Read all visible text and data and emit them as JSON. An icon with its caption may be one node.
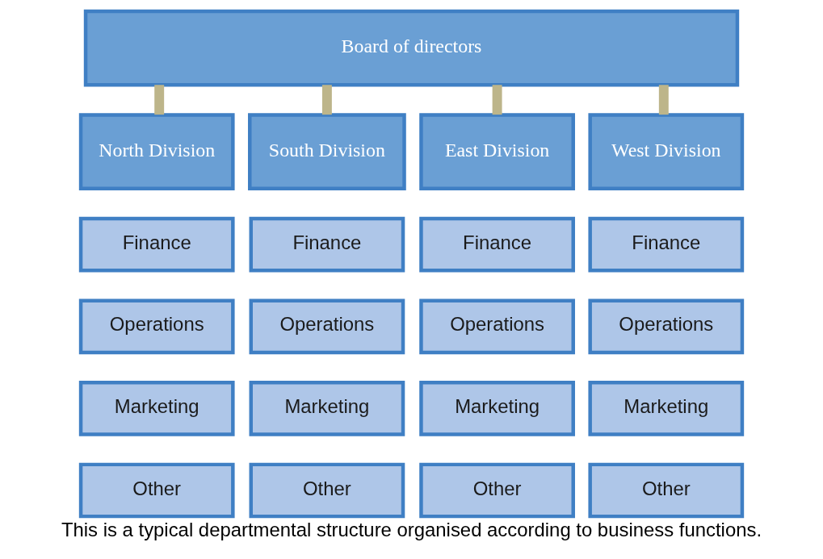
{
  "diagram": {
    "caption": "This is a typical departmental structure organised according to business functions.",
    "nodes": [
      {
        "text": [
          "Board of directors"
        ]
      },
      {
        "text": [
          "North Division"
        ]
      },
      {
        "text": [
          "South Division"
        ]
      },
      {
        "text": [
          "East Division"
        ]
      },
      {
        "text": [
          "West Division"
        ]
      },
      {
        "text": [
          "Finance"
        ]
      },
      {
        "text": [
          "Finance"
        ]
      },
      {
        "text": [
          "Finance"
        ]
      },
      {
        "text": [
          "Finance"
        ]
      },
      {
        "text": [
          "Operations"
        ]
      },
      {
        "text": [
          "Operations"
        ]
      },
      {
        "text": [
          "Operations"
        ]
      },
      {
        "text": [
          "Operations"
        ]
      },
      {
        "text": [
          "Marketing"
        ]
      },
      {
        "text": [
          "Marketing"
        ]
      },
      {
        "text": [
          "Marketing"
        ]
      },
      {
        "text": [
          "Marketing"
        ]
      },
      {
        "text": [
          "Other"
        ]
      },
      {
        "text": [
          "Other"
        ]
      },
      {
        "text": [
          "Other"
        ]
      },
      {
        "text": [
          "Other"
        ]
      }
    ],
    "edges": [
      {
        "from": 0,
        "to": 1,
        "arrow": "none"
      },
      {
        "from": 0,
        "to": 2,
        "arrow": "none"
      },
      {
        "from": 0,
        "to": 3,
        "arrow": "none"
      },
      {
        "from": 0,
        "to": 4,
        "arrow": "none"
      }
    ]
  }
}
